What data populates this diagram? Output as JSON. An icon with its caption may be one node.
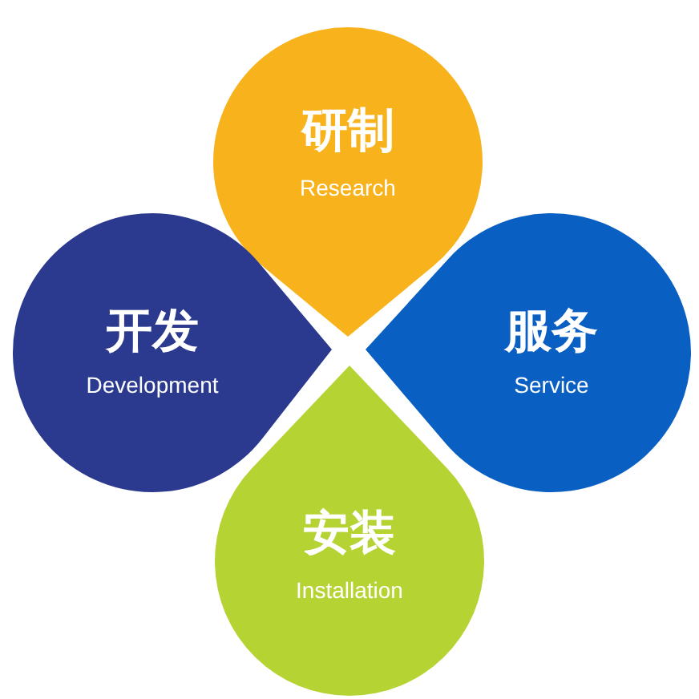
{
  "diagram": {
    "nodes": [
      {
        "text": [
          "研制",
          "Research"
        ]
      },
      {
        "text": [
          "开发",
          "Development"
        ]
      },
      {
        "text": [
          "服务",
          "Service"
        ]
      },
      {
        "text": [
          "安装",
          "Installation"
        ]
      }
    ]
  }
}
